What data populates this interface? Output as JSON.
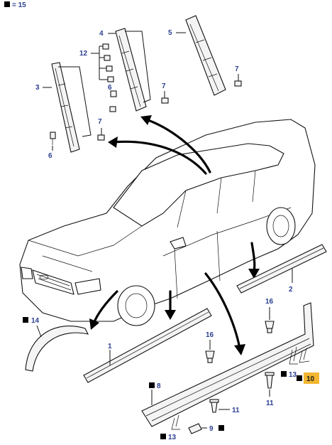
{
  "legend": {
    "marker_text": "= 15"
  },
  "labels": {
    "l1": "1",
    "l2": "2",
    "l3": "3",
    "l4": "4",
    "l5": "5",
    "l6": "6",
    "l6b": "6",
    "l7a": "7",
    "l7b": "7",
    "l7c": "7",
    "l8": "8",
    "l9": "9",
    "l10": "10",
    "l11a": "11",
    "l11b": "11",
    "l12": "12",
    "l13a": "13",
    "l13b": "13",
    "l14": "14",
    "l16a": "16",
    "l16b": "16"
  },
  "colors": {
    "label_blue": "#2b3f8f",
    "highlight": "#f2b632",
    "marker": "#000000"
  }
}
